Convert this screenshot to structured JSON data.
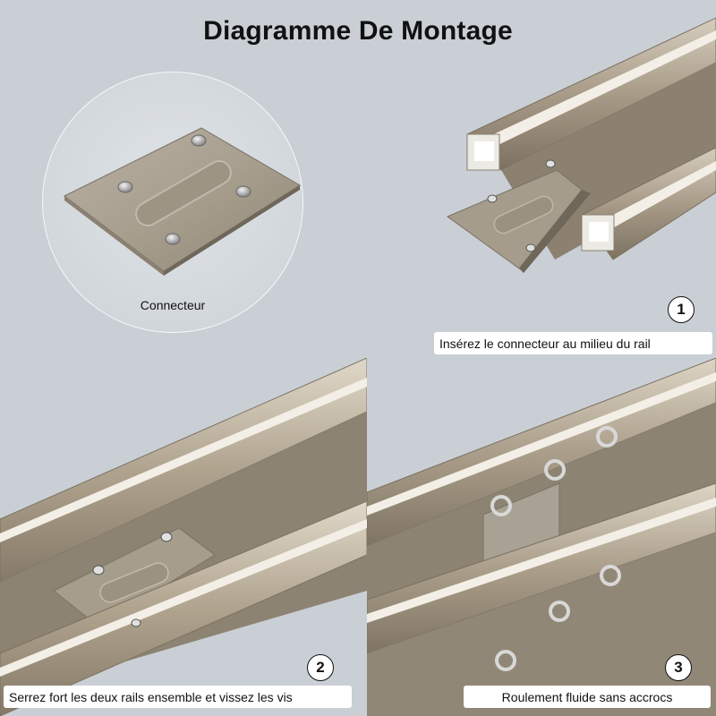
{
  "title": "Diagramme De Montage",
  "connector": {
    "label": "Connecteur"
  },
  "steps": [
    {
      "number": "1",
      "caption": "Insérez le connecteur au milieu du rail"
    },
    {
      "number": "2",
      "caption": "Serrez fort les deux rails ensemble et vissez les vis"
    },
    {
      "number": "3",
      "caption": "Roulement fluide sans accrocs"
    }
  ],
  "colors": {
    "background": "#c9cfd5",
    "rail_metal": "#a89b88",
    "plate_metal": "#a59c8c",
    "caption_bg": "#ffffff"
  }
}
